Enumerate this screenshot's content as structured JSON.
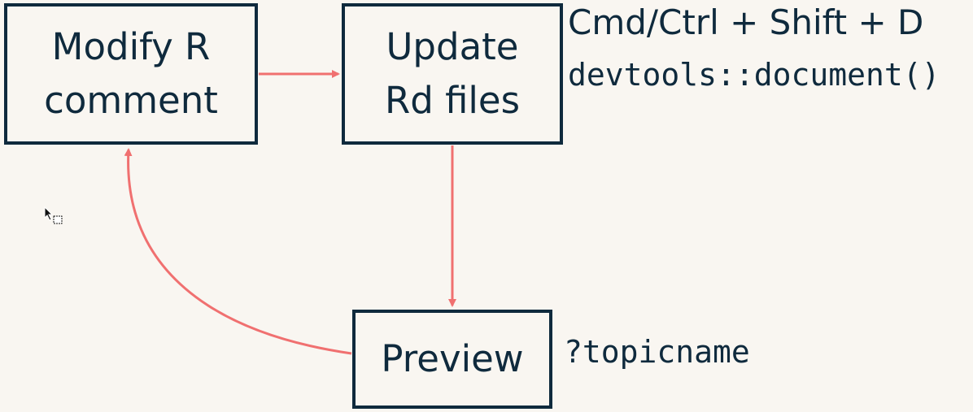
{
  "diagram": {
    "nodes": {
      "modify": {
        "lines": [
          "Modify R",
          "comment"
        ]
      },
      "update": {
        "lines": [
          "Update",
          "Rd files"
        ]
      },
      "preview": {
        "lines": [
          "Preview"
        ]
      }
    },
    "notes": {
      "shortcut": "Cmd/Ctrl + Shift + D",
      "command": "devtools::document()",
      "help": "?topicname"
    },
    "edges": [
      {
        "from": "modify",
        "to": "update"
      },
      {
        "from": "update",
        "to": "preview"
      },
      {
        "from": "preview",
        "to": "modify"
      }
    ],
    "colors": {
      "box_border": "#0f2a3d",
      "text": "#0f2a3d",
      "arrow": "#f07070",
      "background": "#f9f6f1"
    }
  },
  "cursor": {
    "icon": "arrow-with-copy-cursor-icon"
  }
}
